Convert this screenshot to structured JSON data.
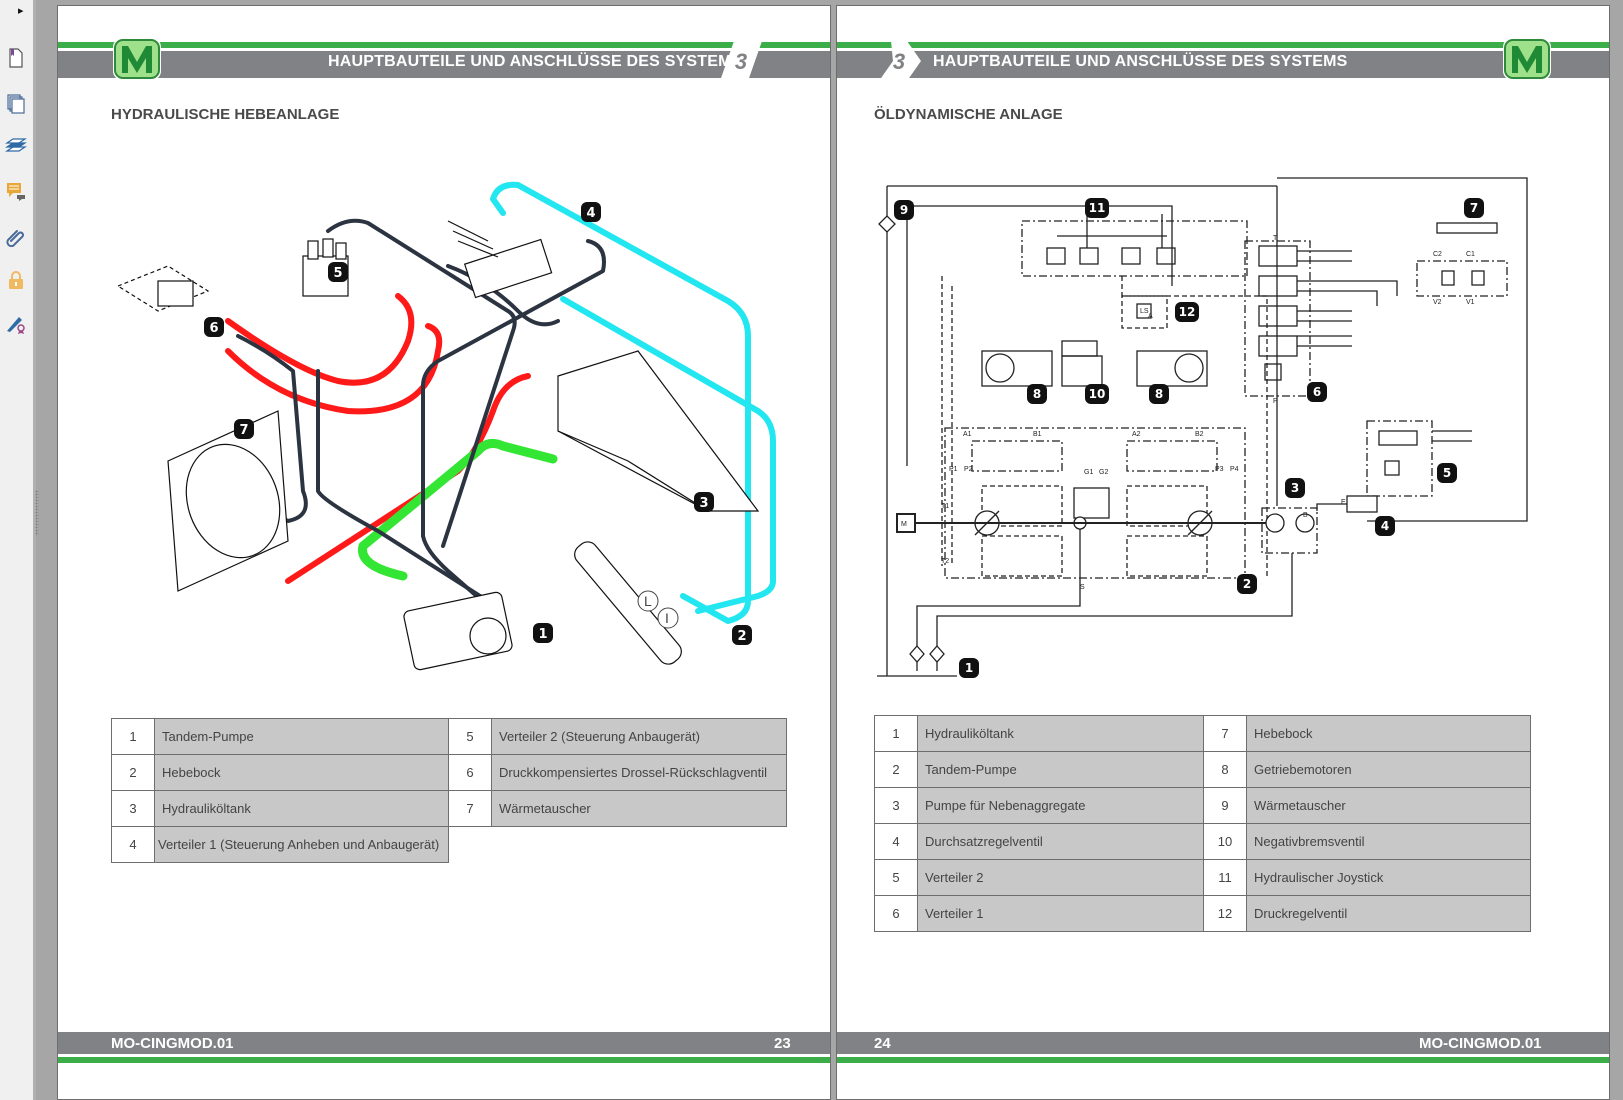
{
  "viewer": {
    "sidebar_toggle": "▸",
    "sidebar_tools": [
      {
        "name": "page-thumbnail-icon",
        "color": "#7a4a9a"
      },
      {
        "name": "pages-icon",
        "color": "#4a6a9a"
      },
      {
        "name": "layers-icon",
        "color": "#2e6aa5"
      },
      {
        "name": "comments-icon",
        "color": "#e8a838"
      },
      {
        "name": "attachment-icon",
        "color": "#4a6a9a"
      },
      {
        "name": "security-lock-icon",
        "color": "#f0b860"
      },
      {
        "name": "signature-icon",
        "color": "#2e6aa5"
      }
    ]
  },
  "colors": {
    "header_green": "#3cae49",
    "header_gray": "#808285",
    "table_fill": "#c8c8c8",
    "hose_red": "#ff1a1a",
    "hose_green": "#33e633",
    "hose_cyan": "#22e6f0",
    "hose_dark": "#2b3440"
  },
  "left_page": {
    "chapter_number": "3",
    "header_title": "HAUPTBAUTEILE UND ANSCHLÜSSE DES SYSTEMS",
    "section_title": "HYDRAULISCHE HEBEANLAGE",
    "footer_doc_code": "MO-CINGMOD.01",
    "footer_page_number": "23",
    "callouts": [
      "1",
      "2",
      "3",
      "4",
      "5",
      "6",
      "7"
    ],
    "port_labels": [
      "L",
      "I"
    ],
    "legend": [
      {
        "num": "1",
        "label": "Tandem-Pumpe"
      },
      {
        "num": "2",
        "label": "Hebebock"
      },
      {
        "num": "3",
        "label": "Hydrauliköltank"
      },
      {
        "num": "4",
        "label": "Verteiler 1 (Steuerung Anheben und Anbaugerät)"
      },
      {
        "num": "5",
        "label": "Verteiler 2 (Steuerung Anbaugerät)"
      },
      {
        "num": "6",
        "label": "Druckkompensiertes Drossel-Rückschlagventil"
      },
      {
        "num": "7",
        "label": "Wärmetauscher"
      }
    ]
  },
  "right_page": {
    "chapter_number": "3",
    "header_title": "HAUPTBAUTEILE UND ANSCHLÜSSE DES SYSTEMS",
    "section_title": "ÖLDYNAMISCHE ANLAGE",
    "footer_page_number": "24",
    "footer_doc_code": "MO-CINGMOD.01",
    "callouts": [
      "1",
      "2",
      "3",
      "4",
      "5",
      "6",
      "7",
      "8",
      "8",
      "9",
      "10",
      "11",
      "12"
    ],
    "port_labels": [
      "A1",
      "B1",
      "A2",
      "B2",
      "P1",
      "P2",
      "P3",
      "P4",
      "G1",
      "G2",
      "T1",
      "T2",
      "S",
      "T",
      "P",
      "E",
      "A",
      "B",
      "C1",
      "C2",
      "V1",
      "V2",
      "M",
      "LS"
    ],
    "legend": [
      {
        "num": "1",
        "label": "Hydrauliköltank"
      },
      {
        "num": "2",
        "label": "Tandem-Pumpe"
      },
      {
        "num": "3",
        "label": "Pumpe für Nebenaggregate"
      },
      {
        "num": "4",
        "label": "Durchsatzregelventil"
      },
      {
        "num": "5",
        "label": "Verteiler 2"
      },
      {
        "num": "6",
        "label": "Verteiler 1"
      },
      {
        "num": "7",
        "label": "Hebebock"
      },
      {
        "num": "8",
        "label": "Getriebemotoren"
      },
      {
        "num": "9",
        "label": "Wärmetauscher"
      },
      {
        "num": "10",
        "label": "Negativbremsventil"
      },
      {
        "num": "11",
        "label": "Hydraulischer Joystick"
      },
      {
        "num": "12",
        "label": "Druckregelventil"
      }
    ]
  }
}
